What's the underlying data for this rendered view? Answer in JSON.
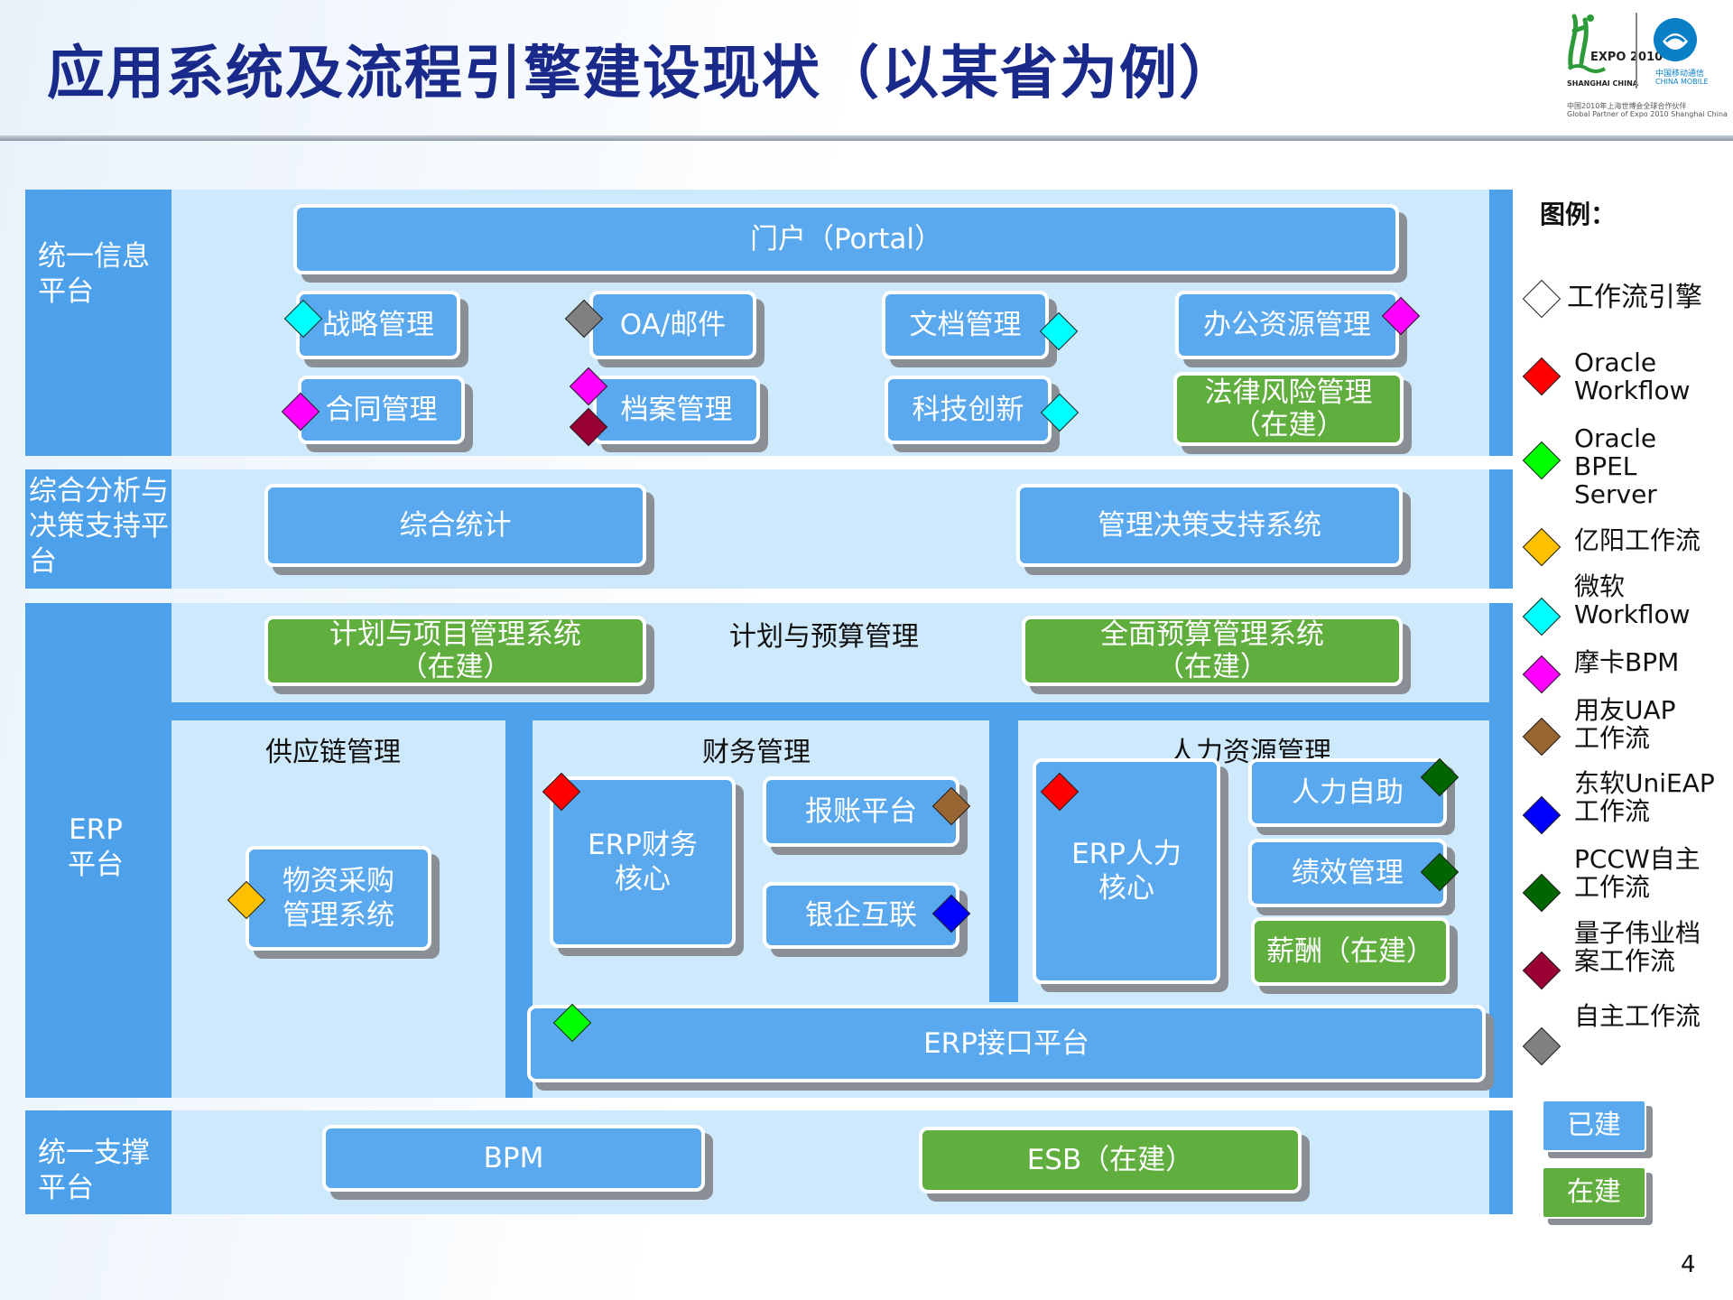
{
  "header": {
    "title": "应用系统及流程引擎建设现状（以某省为例）",
    "logo_expo": "EXPO 2010",
    "logo_expo_sub": "SHANGHAI CHINA",
    "logo_cm": "中国移动通信",
    "logo_cm_en": "CHINA MOBILE",
    "logo_line1": "中国2010年上海世博会全球合作伙伴",
    "logo_line2": "Global Partner of Expo 2010 Shanghai China"
  },
  "layers": {
    "info": "统一信息平台",
    "analysis": "综合分析与决策支持平台",
    "erp": "ERP平台",
    "support": "统一支撑平台"
  },
  "boxes": {
    "portal": "门户（Portal）",
    "strategy": "战略管理",
    "oa": "OA/邮件",
    "doc": "文档管理",
    "office": "办公资源管理",
    "contract": "合同管理",
    "archive": "档案管理",
    "tech": "科技创新",
    "legal1": "法律风险管理",
    "legal2": "（在建）",
    "stats": "综合统计",
    "decision": "管理决策支持系统",
    "plan1": "计划与项目管理系统",
    "plan2": "（在建）",
    "budget1": "全面预算管理系统",
    "budget2": "（在建）",
    "purchase1": "物资采购",
    "purchase2": "管理系统",
    "fin_core1": "ERP财务",
    "fin_core2": "核心",
    "expense": "报账平台",
    "bank": "银企互联",
    "hr_core1": "ERP人力",
    "hr_core2": "核心",
    "selfservice": "人力自助",
    "performance": "绩效管理",
    "salary": "薪酬（在建）",
    "interface": "ERP接口平台",
    "bpm": "BPM",
    "esb": "ESB（在建）"
  },
  "sections": {
    "budget_mgmt": "计划与预算管理",
    "supply": "供应链管理",
    "finance": "财务管理",
    "hr": "人力资源管理"
  },
  "legend": {
    "title": "图例：",
    "items": [
      {
        "label": "工作流引擎",
        "color": "#ffffff"
      },
      {
        "label": "Oracle Workflow",
        "color": "#ff0000"
      },
      {
        "label": "Oracle BPEL Server",
        "color": "#00ff00"
      },
      {
        "label": "亿阳工作流",
        "color": "#ffc000"
      },
      {
        "label": "微软 Workflow",
        "color": "#00ffff"
      },
      {
        "label": "摩卡BPM",
        "color": "#ff00ff"
      },
      {
        "label": "用友UAP工作流",
        "color": "#996633"
      },
      {
        "label": "东软UniEAP工作流",
        "color": "#0000ff"
      },
      {
        "label": "PCCW自主工作流",
        "color": "#006600"
      },
      {
        "label": "量子伟业档案工作流",
        "color": "#990033"
      },
      {
        "label": "自主工作流",
        "color": "#808080"
      }
    ],
    "built": "已建",
    "building": "在建"
  },
  "colors": {
    "built": "#5aa9ee",
    "building": "#5fae3e",
    "band": "#4da0ea",
    "panel": "#cde9fb"
  },
  "page_number": "4"
}
